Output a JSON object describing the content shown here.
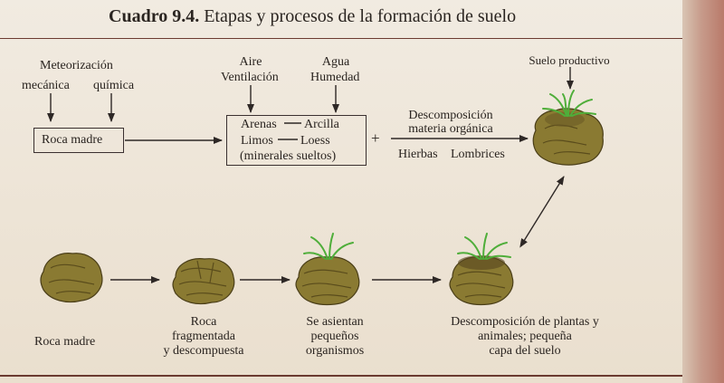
{
  "title": {
    "number": "Cuadro 9.4.",
    "text": "Etapas y procesos de la formación de suelo"
  },
  "top_row": {
    "meteorizacion": "Meteorización",
    "mecanica": "mecánica",
    "quimica": "química",
    "roca_madre_box": "Roca madre",
    "aire": "Aire",
    "ventilacion": "Ventilación",
    "agua": "Agua",
    "humedad": "Humedad",
    "arenas": "Arenas",
    "arcilla": "Arcilla",
    "limos": "Limos",
    "loess": "Loess",
    "minerales": "(minerales sueltos)",
    "plus": "+",
    "descomposicion": "Descomposición",
    "materia": "materia orgánica",
    "hierbas": "Hierbas",
    "lombrices": "Lombrices",
    "suelo_productivo": "Suelo productivo"
  },
  "bottom_row": {
    "stage1": "Roca madre",
    "stage2_l1": "Roca",
    "stage2_l2": "fragmentada",
    "stage2_l3": "y descompuesta",
    "stage3_l1": "Se asientan",
    "stage3_l2": "pequeños",
    "stage3_l3": "organismos",
    "stage4_l1": "Descomposición de plantas y",
    "stage4_l2": "animales; pequeña",
    "stage4_l3": "capa del suelo"
  },
  "colors": {
    "rock": "#8a7a32",
    "grass": "#4fae3a",
    "frame": "#6b3a30",
    "accent_strip": "#c79b8b"
  }
}
